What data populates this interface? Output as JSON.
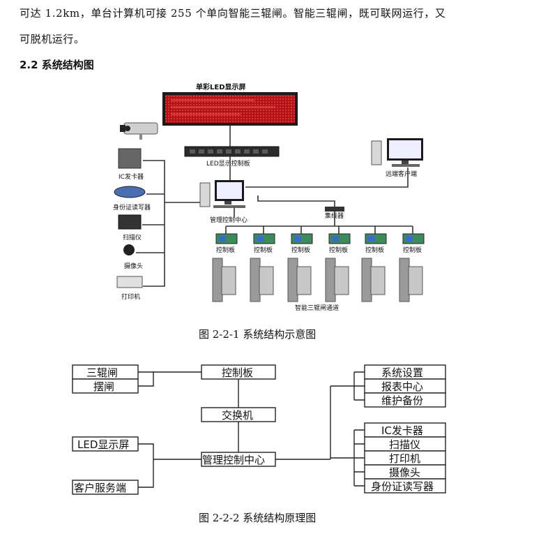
{
  "intro_text": {
    "line1": "可达 1.2km，单台计算机可接 255 个单向智能三辊闸。智能三辊闸，既可联网运行，又",
    "line2": "可脱机运行。"
  },
  "section_heading": "2.2 系统结构图",
  "figure1": {
    "caption": "图 2-2-1 系统结构示意图",
    "led_screen_label": "单彩LED显示屏",
    "led_controller_label": "LED显示控制板",
    "remote_client_label": "远端客户端",
    "mgmt_center_label": "管理控制中心",
    "hub_label": "集线器",
    "peripherals": [
      "IC发卡器",
      "身份证读写器",
      "扫描仪",
      "摄像头",
      "打印机"
    ],
    "control_board_label": "控制板",
    "turnstile_channel_label": "智能三辊闸通道",
    "colors": {
      "led_red": "#c0141a",
      "led_frame": "#1a1a1a",
      "board_green": "#3d8a5a",
      "board_blue": "#3a6cc0"
    }
  },
  "figure2": {
    "caption": "图 2-2-2 系统结构原理图",
    "left_top": [
      "三辊闸",
      "摆闸"
    ],
    "control_board": "控制板",
    "switch": "交换机",
    "management": "管理控制中心",
    "left_bottom": [
      "LED显示屏",
      "客户服务端"
    ],
    "right_top": [
      "系统设置",
      "报表中心",
      "维护备份"
    ],
    "right_bottom": [
      "IC发卡器",
      "扫描仪",
      "打印机",
      "摄像头",
      "身份证读写器"
    ]
  }
}
